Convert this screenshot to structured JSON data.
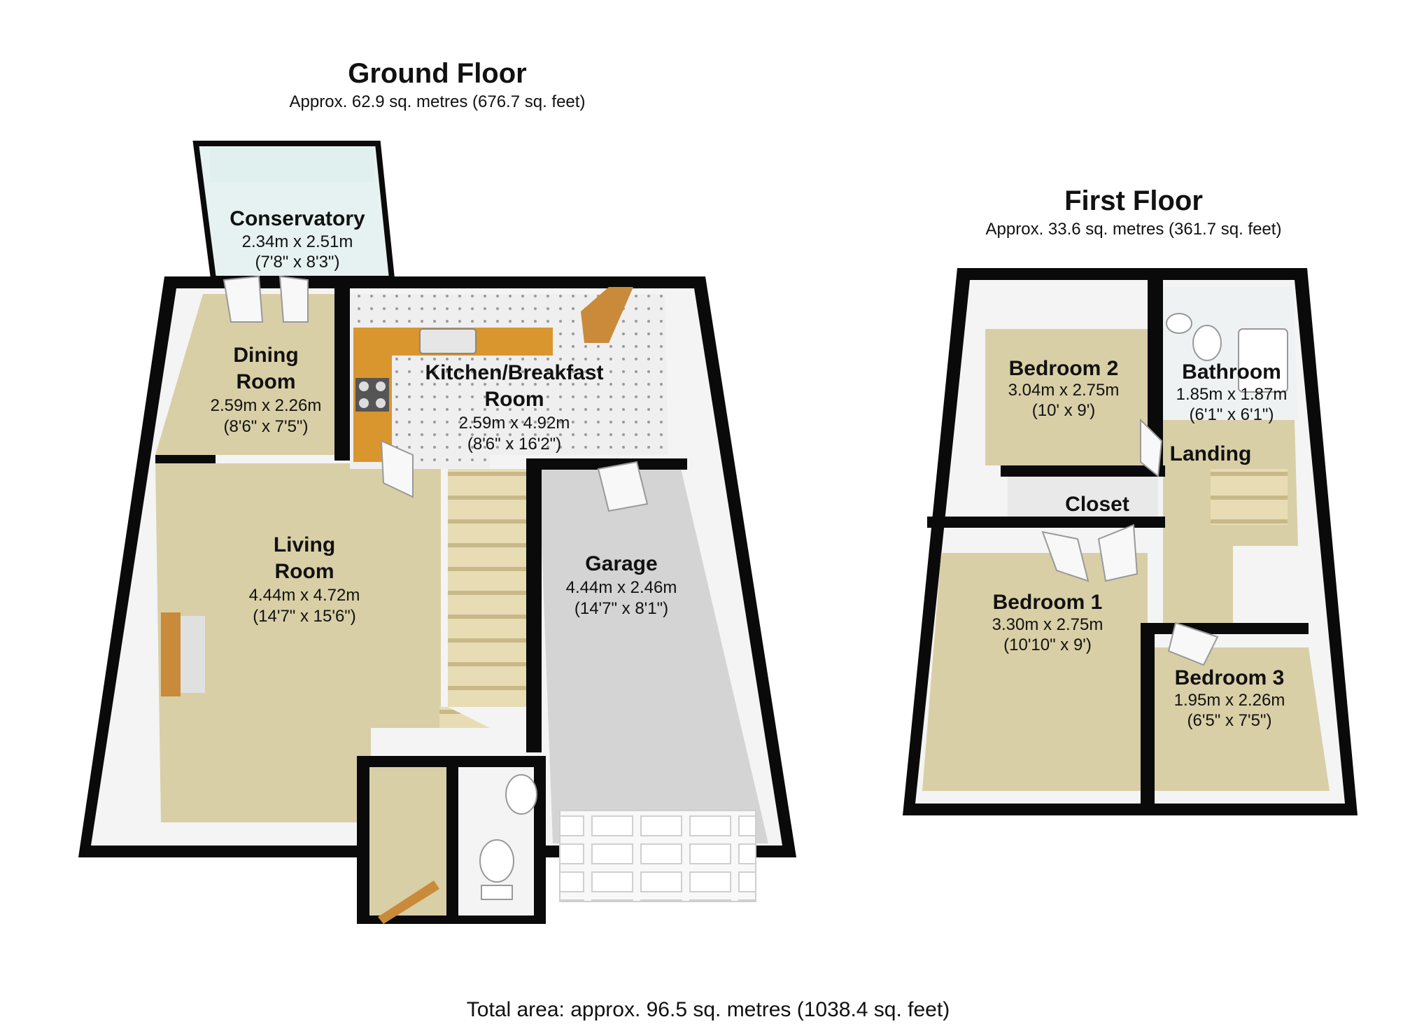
{
  "ground_floor": {
    "title": "Ground Floor",
    "area": "Approx.  62.9 sq. metres (676.7 sq. feet)",
    "rooms": {
      "conservatory": {
        "name": "Conservatory",
        "metric": "2.34m x 2.51m",
        "imperial": "(7'8\" x 8'3\")"
      },
      "dining": {
        "name_line1": "Dining",
        "name_line2": "Room",
        "metric": "2.59m x 2.26m",
        "imperial": "(8'6\" x 7'5\")"
      },
      "kitchen": {
        "name_line1": "Kitchen/Breakfast",
        "name_line2": "Room",
        "metric": "2.59m x 4.92m",
        "imperial": "(8'6\" x 16'2\")"
      },
      "living": {
        "name_line1": "Living",
        "name_line2": "Room",
        "metric": "4.44m x 4.72m",
        "imperial": "(14'7\" x 15'6\")"
      },
      "garage": {
        "name": "Garage",
        "metric": "4.44m x 2.46m",
        "imperial": "(14'7\" x 8'1\")"
      }
    }
  },
  "first_floor": {
    "title": "First Floor",
    "area": "Approx.  33.6 sq. metres (361.7 sq. feet)",
    "rooms": {
      "bedroom2": {
        "name": "Bedroom 2",
        "metric": "3.04m x 2.75m",
        "imperial": "(10' x 9')"
      },
      "bathroom": {
        "name": "Bathroom",
        "metric": "1.85m x 1.87m",
        "imperial": "(6'1\" x 6'1\")"
      },
      "landing": {
        "name": "Landing"
      },
      "closet": {
        "name": "Closet"
      },
      "bedroom1": {
        "name": "Bedroom 1",
        "metric": "3.30m x 2.75m",
        "imperial": "(10'10\" x 9')"
      },
      "bedroom3": {
        "name": "Bedroom 3",
        "metric": "1.95m x 2.26m",
        "imperial": "(6'5\" x 7'5\")"
      }
    }
  },
  "total_area": "Total area: approx.  96.5 sq. metres (1038.4 sq. feet)",
  "colors": {
    "carpet": "#d9cfa6",
    "wall": "#0a0a0a",
    "wall_face": "#f4f4f4",
    "garage_floor": "#d4d4d4",
    "tile_floor": "#ececec",
    "worktop": "#d9962e",
    "window": "#dff0ef",
    "door_wood": "#c98a3a",
    "bathroom_floor": "#eef2f2"
  }
}
